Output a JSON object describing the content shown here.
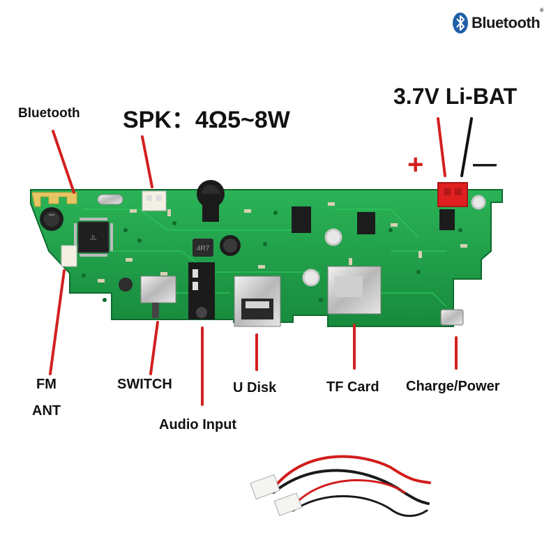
{
  "logo": {
    "text": "Bluetooth",
    "reg": "®",
    "icon": "bluetooth-icon"
  },
  "labels": {
    "bluetooth": "Bluetooth",
    "speaker": "SPK：4Ω5~8W",
    "battery": "3.7V Li-BAT",
    "plus": "+",
    "minus": "—",
    "fm_line1": "FM",
    "fm_line2": "ANT",
    "switch": "SWITCH",
    "audio_input": "Audio Input",
    "u_disk": "U Disk",
    "tf_card": "TF Card",
    "charge_power": "Charge/Power"
  },
  "chip_marking": "4R7",
  "colors": {
    "pcb": "#1fa34a",
    "pcb_dark": "#14803a",
    "pointer": "#d32020",
    "silkscreen": "#e8f5ec",
    "connector_red": "#e02020"
  }
}
